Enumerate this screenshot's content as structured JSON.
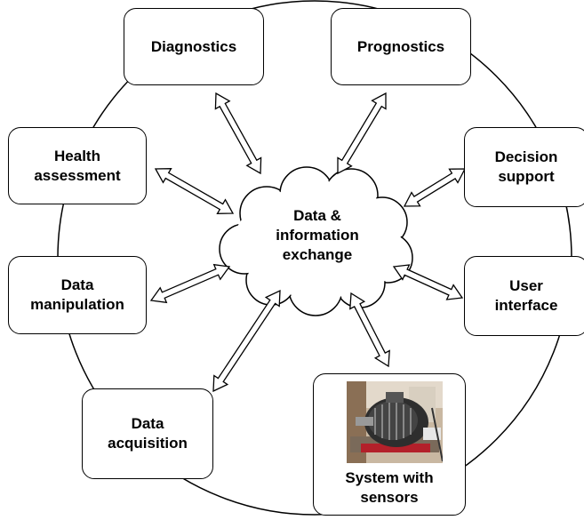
{
  "diagram": {
    "center": "Data &\ninformation\nexchange",
    "nodes": {
      "diagnostics": "Diagnostics",
      "prognostics": "Prognostics",
      "health_assessment": "Health\nassessment",
      "decision_support": "Decision\nsupport",
      "data_manipulation": "Data\nmanipulation",
      "user_interface": "User\ninterface",
      "data_acquisition": "Data\nacquisition",
      "system_with_sensors": "System with\nsensors"
    }
  }
}
